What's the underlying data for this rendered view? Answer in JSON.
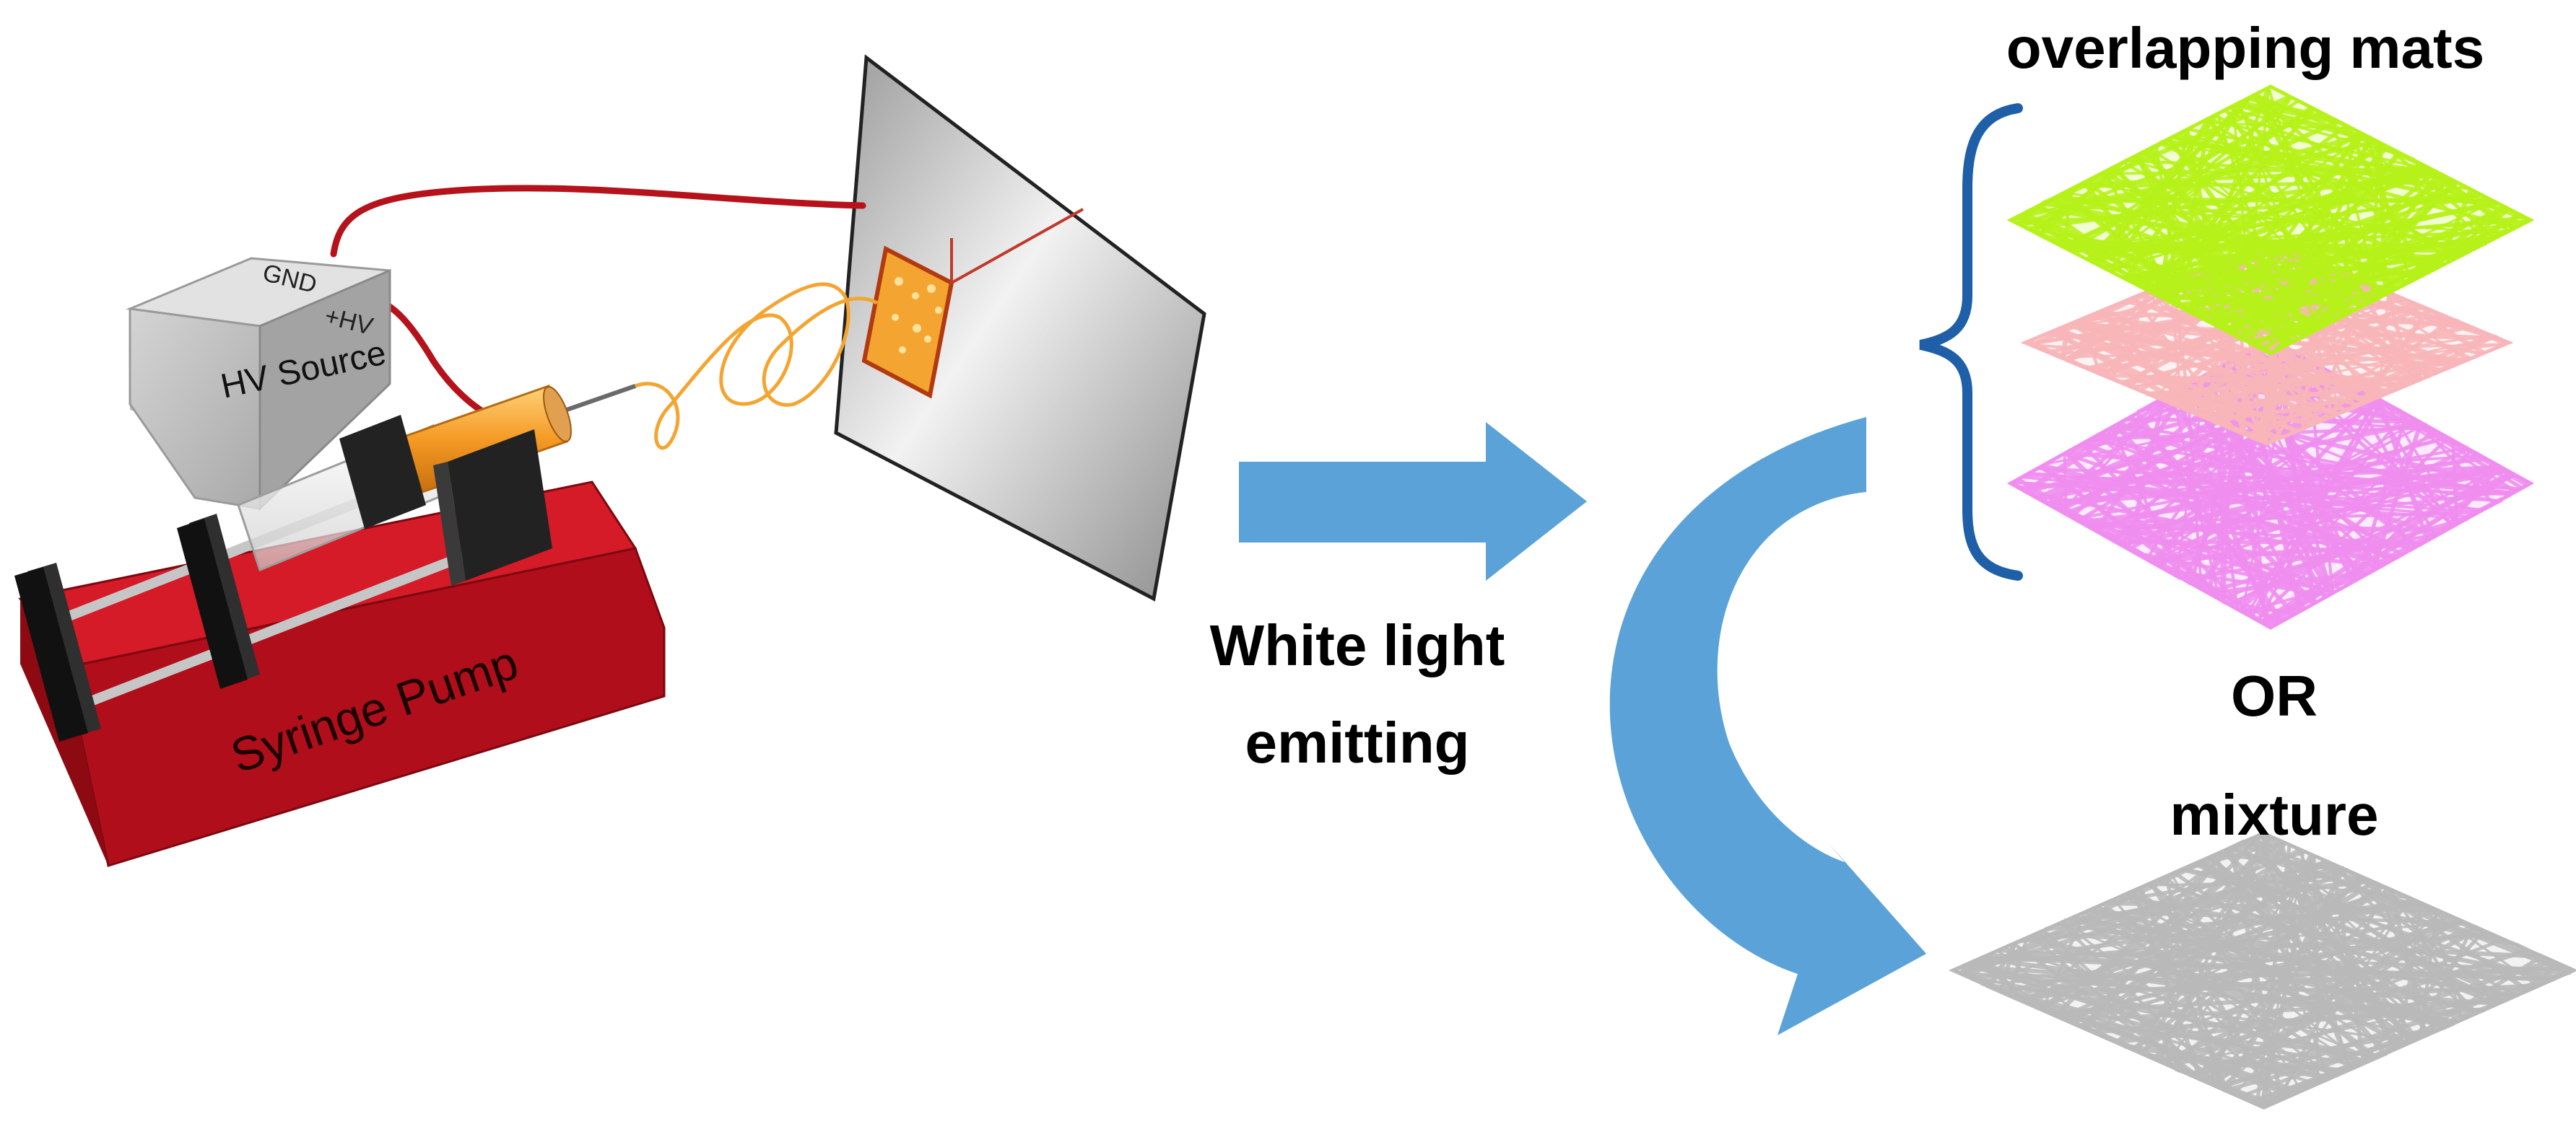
{
  "labels": {
    "gnd": "GND",
    "hv_plus": "+HV",
    "hv_source": "HV Source",
    "syringe_pump": "Syringe Pump",
    "arrow_caption_line1": "White light",
    "arrow_caption_line2": "emitting",
    "overlapping_mats": "overlapping mats",
    "or": "OR",
    "mixture": "mixture"
  },
  "colors": {
    "pump_red": "#c0101c",
    "pump_red_dark": "#8e0a12",
    "wire_red": "#b5121b",
    "jet_orange": "#f4a531",
    "arrow_blue": "#5aa2d8",
    "brace_blue": "#1f5fa8",
    "mat_green": "#b6f21a",
    "mat_pink": "#f7b6b9",
    "mat_violet": "#f08ef0",
    "mat_gray": "#b9b9b9"
  },
  "icons": [
    "syringe-icon",
    "hv-source-box",
    "collector-plate",
    "fiber-mat"
  ]
}
